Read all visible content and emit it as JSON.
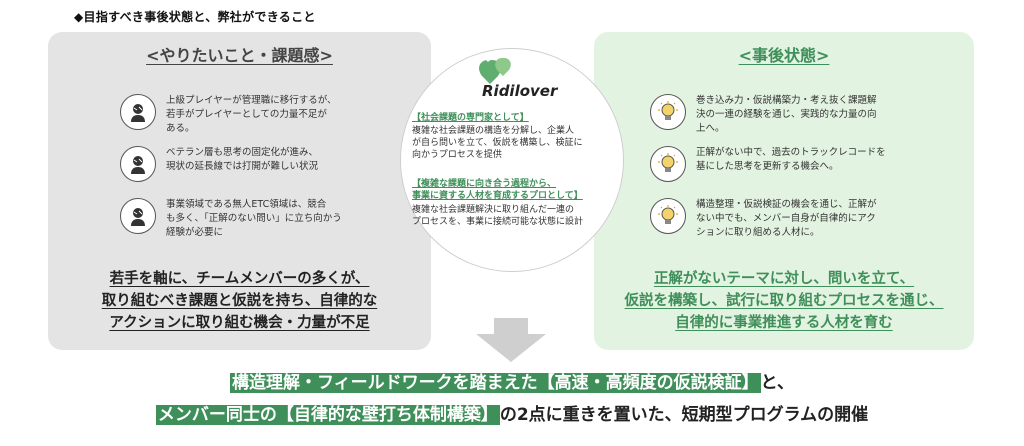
{
  "top_note": "◆目指すべき事後状態と、弊社ができること",
  "left_panel": {
    "title": "<やりたいこと・課題感>",
    "items": [
      {
        "icon": "thinking-person-icon",
        "text": "上級プレイヤーが管理職に移行するが、\n若手がプレイヤーとしての力量不足が\nある。"
      },
      {
        "icon": "thinking-person-icon",
        "text": "ベテラン層も思考の固定化が進み、\n現状の延長線では打開が難しい状況"
      },
      {
        "icon": "thinking-person-icon",
        "text": "事業領域である無人ETC領域は、競合\nも多く、「正解のない問い」に立ち向かう\n経験が必要に"
      }
    ],
    "summary": [
      "若手を軸に、チームメンバーの多くが、",
      "取り組むべき課題と仮説を持ち、自律的な",
      "アクションに取り組む機会・力量が不足"
    ]
  },
  "center": {
    "logo": "Ridilover",
    "sections": [
      {
        "heading": "【社会課題の専門家として】",
        "body": "複雑な社会課題の構造を分解し、企業人\nが自ら問いを立て、仮説を構築し、検証に\n向かうプロセスを提供"
      },
      {
        "heading": "【複雑な課題に向き合う過程から、\n事業に資する人材を育成するプロとして】",
        "body": "複雑な社会課題解決に取り組んだ一連の\nプロセスを、事業に接続可能な状態に設計"
      }
    ]
  },
  "right_panel": {
    "title": "<事後状態>",
    "items": [
      {
        "icon": "lightbulb-icon",
        "text": "巻き込み力・仮説構築力・考え抜く課題解\n決の一連の経験を通じ、実践的な力量の向\n上へ。"
      },
      {
        "icon": "lightbulb-icon",
        "text": "正解がない中で、過去のトラックレコードを\n基にした思考を更新する機会へ。"
      },
      {
        "icon": "lightbulb-icon",
        "text": "構造整理・仮説検証の機会を通じ、正解が\nない中でも、メンバー自身が自律的にアク\nションに取り組める人材に。"
      }
    ],
    "summary": [
      "正解がないテーマに対し、問いを立て、",
      "仮説を構築し、試行に取り組むプロセスを通じ、",
      "自律的に事業推進する人材を育む"
    ]
  },
  "bottom": {
    "line1_hl1": "構造理解・フィールドワークを踏まえた【高速・高頻度の仮説検証】",
    "line1_tail": "と、",
    "line2_hl": "メンバー同士の【自律的な壁打ち体制構築】",
    "line2_tail": "の2点に重きを置いた、短期型プログラムの開催"
  },
  "colors": {
    "accent": "#3f8f5a",
    "left_bg": "#e4e4e4",
    "right_bg": "#e3f3e1"
  }
}
